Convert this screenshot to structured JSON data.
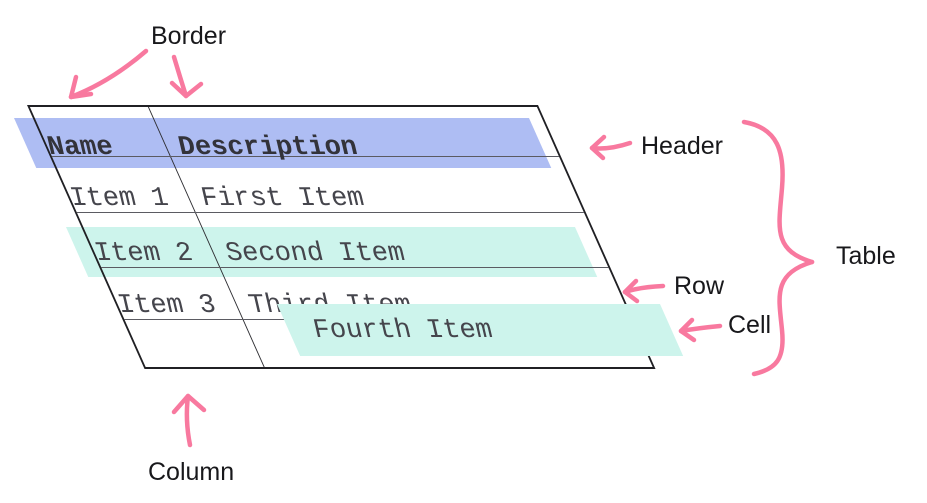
{
  "table": {
    "header": [
      "Name",
      "Description"
    ],
    "rows": [
      [
        "Item 1",
        "First Item"
      ],
      [
        "Item 2",
        "Second Item"
      ],
      [
        "Item 3",
        "Third Item"
      ],
      [
        "",
        ""
      ]
    ]
  },
  "pulled_cell": {
    "text": "Fourth Item"
  },
  "labels": {
    "border": "Border",
    "header": "Header",
    "table": "Table",
    "row": "Row",
    "cell": "Cell",
    "column": "Column"
  },
  "colors": {
    "header_highlight": "#aebdf3",
    "row_highlight": "#cdf4ec",
    "cell_highlight": "#cdf4ec",
    "annotation_pink": "#f8799f",
    "table_border": "#202024",
    "grid_line": "#5b5b62",
    "divider": "#2e2e33",
    "cell_text": "#45454c",
    "header_text": "#33333a",
    "label_text": "#18181b"
  }
}
